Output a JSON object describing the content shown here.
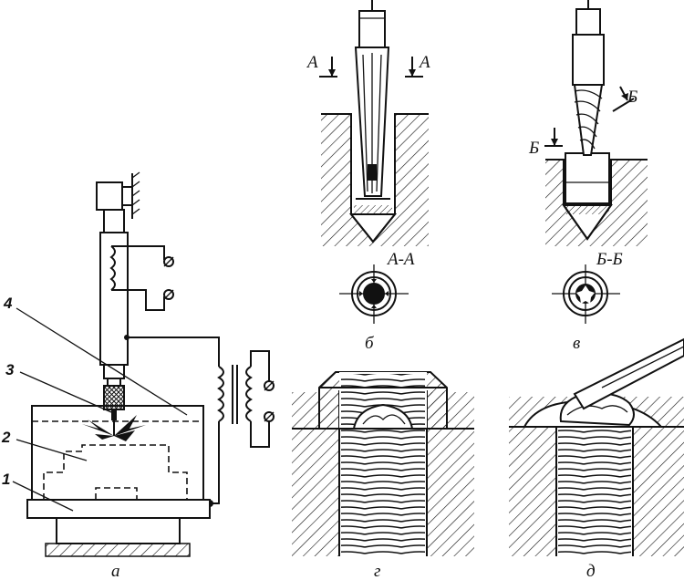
{
  "figure": {
    "panels": {
      "a": {
        "caption": "а",
        "callouts": [
          "1",
          "2",
          "3",
          "4"
        ]
      },
      "b": {
        "caption": "б",
        "section_marks": [
          "А",
          "А"
        ],
        "section_title": "А-А"
      },
      "v": {
        "caption": "в",
        "section_marks": [
          "Б",
          "Б"
        ],
        "section_title": "Б-Б"
      },
      "g": {
        "caption": "г"
      },
      "d": {
        "caption": "д"
      }
    },
    "colors": {
      "ink": "#111111",
      "paper": "#ffffff"
    }
  }
}
